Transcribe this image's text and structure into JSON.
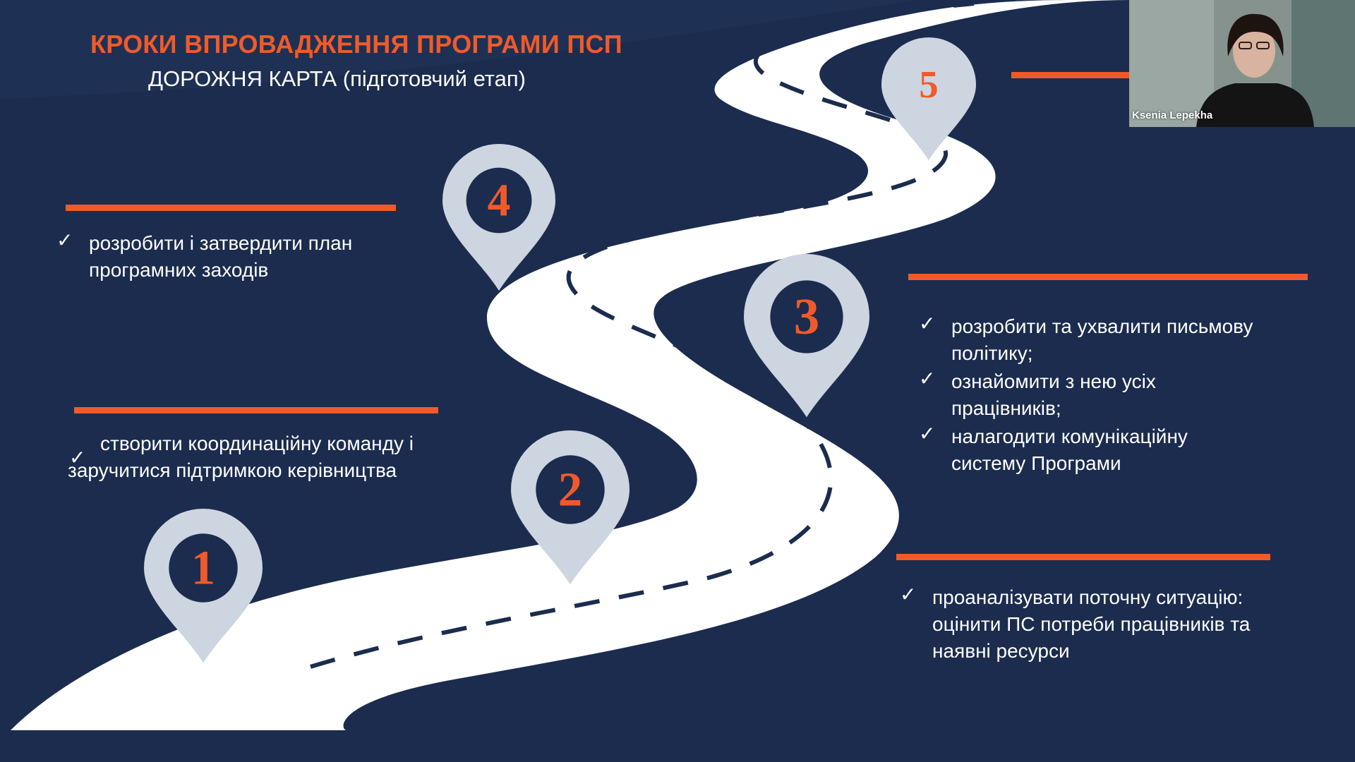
{
  "slide": {
    "title": "КРОКИ ВПРОВАДЖЕННЯ ПРОГРАМИ ПСП",
    "subtitle": "ДОРОЖНЯ КАРТА (підготовчий етап)",
    "colors": {
      "background": "#1b2c4e",
      "accent": "#f05a2a",
      "road": "#ffffff",
      "pin": "#cdd5e1",
      "pin_inner": "#1b2c4e"
    },
    "check_icon": "✓",
    "pins": [
      {
        "label": "1"
      },
      {
        "label": "2"
      },
      {
        "label": "3"
      },
      {
        "label": "4"
      },
      {
        "label": "5"
      }
    ],
    "steps": {
      "step1": {
        "lines": [
          "проаналізувати поточну ситуацію:",
          "оцінити ПС потреби працівників та",
          "наявні ресурси"
        ]
      },
      "step2": {
        "lines": [
          "створити координаційну команду і",
          "заручитися підтримкою керівництва"
        ]
      },
      "step3": {
        "items": [
          [
            "розробити та ухвалити письмову",
            "політику;"
          ],
          [
            "ознайомити з нею усіх",
            "працівників;"
          ],
          [
            "налагодити комунікаційну",
            "систему Програми"
          ]
        ]
      },
      "step4": {
        "lines": [
          "розробити і затвердити план",
          "програмних заходів"
        ]
      }
    }
  },
  "video": {
    "participant_name": "Ksenia Lepekha"
  }
}
